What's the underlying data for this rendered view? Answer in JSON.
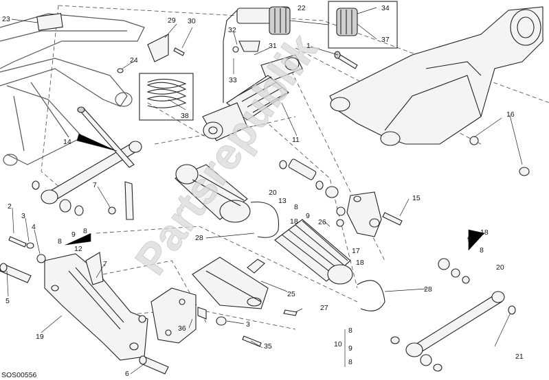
{
  "diagram_code": "SOS00556",
  "watermark": "Partsrepublik",
  "callouts": {
    "c1": "1",
    "c2": "2",
    "c3": "3",
    "c3b": "3",
    "c4": "4",
    "c5": "5",
    "c6": "6",
    "c7a": "7",
    "c7b": "7",
    "c8a": "8",
    "c8b": "8",
    "c8c": "8",
    "c8d": "8",
    "c8e": "8",
    "c8f": "8",
    "c9a": "9",
    "c9b": "9",
    "c9c": "9",
    "c9d": "9",
    "c10": "10",
    "c11": "11",
    "c12": "12",
    "c13": "13",
    "c14": "14",
    "c15": "15",
    "c16": "16",
    "c17": "17",
    "c18a": "18",
    "c18b": "18",
    "c18c": "18",
    "c19": "19",
    "c20a": "20",
    "c20b": "20",
    "c21": "21",
    "c22": "22",
    "c23": "23",
    "c24": "24",
    "c25": "25",
    "c26": "26",
    "c27": "27",
    "c28a": "28",
    "c28b": "28",
    "c29": "29",
    "c30": "30",
    "c31": "31",
    "c32": "32",
    "c33": "33",
    "c34": "34",
    "c35": "35",
    "c36": "36",
    "c37": "37",
    "c38": "38"
  }
}
